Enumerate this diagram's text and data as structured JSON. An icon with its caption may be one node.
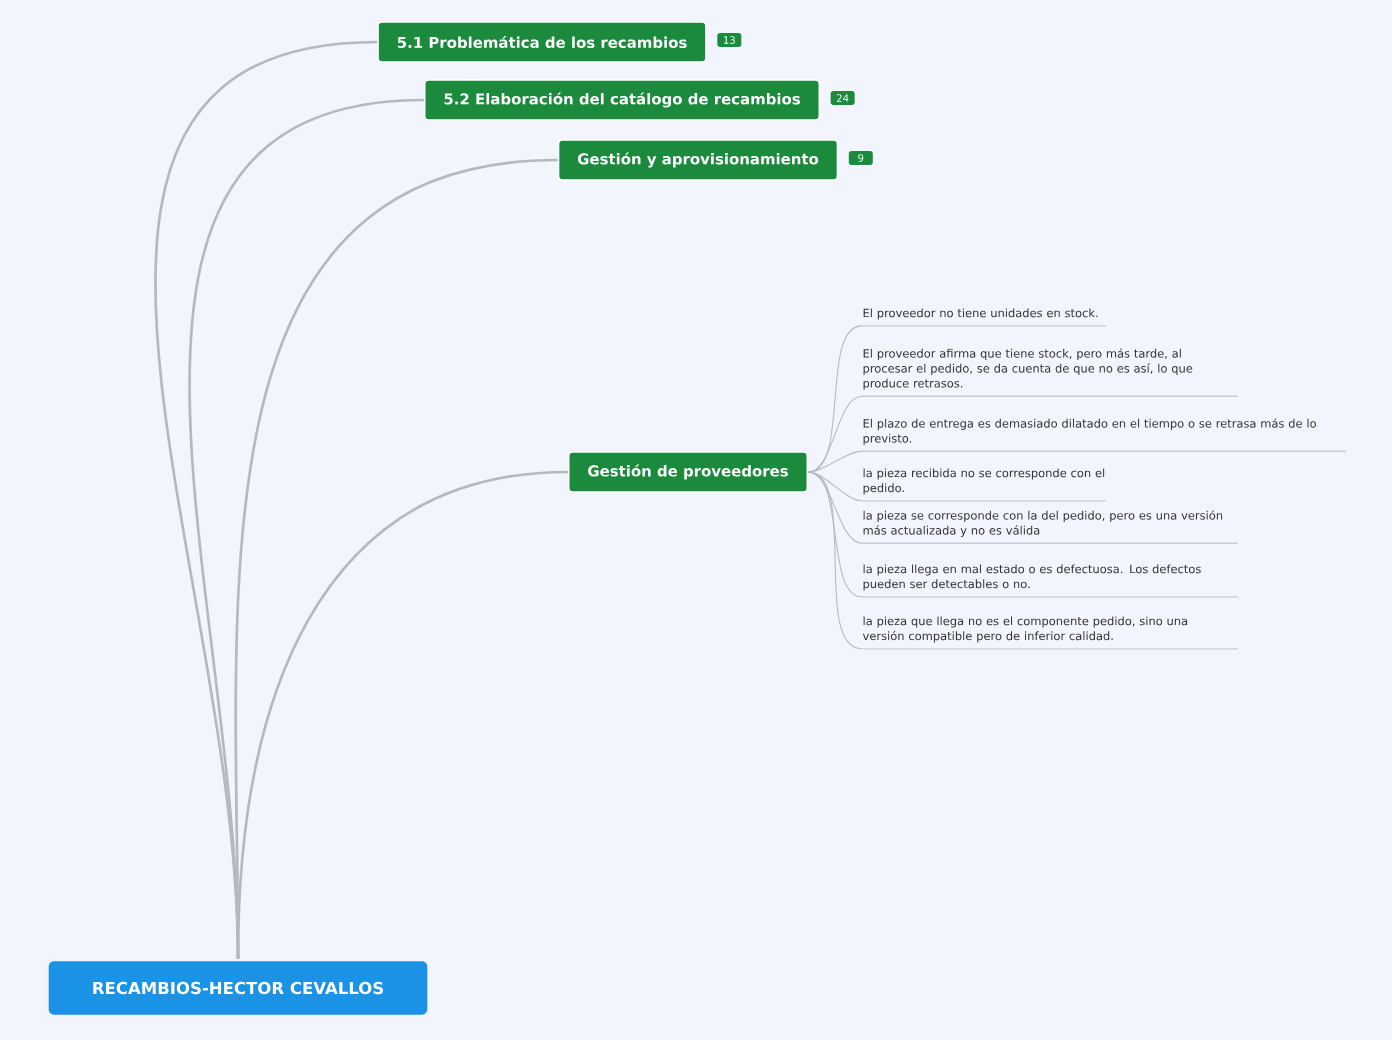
{
  "diagram": {
    "nodes": [
      {
        "text": [
          "RECAMBIOS-HECTOR CEVALLOS"
        ]
      },
      {
        "text": [
          "5.1 Problemática de los recambios"
        ],
        "beside": [
          "13"
        ]
      },
      {
        "text": [
          "5.2 Elaboración del catálogo de recambios"
        ],
        "beside": [
          "24"
        ]
      },
      {
        "text": [
          "Gestión y aprovisionamiento"
        ],
        "beside": [
          "9"
        ]
      },
      {
        "text": [
          "Gestión de proveedores"
        ]
      },
      {
        "text": [
          "El proveedor no tiene unidades en stock."
        ]
      },
      {
        "text": [
          "El proveedor afirma que tiene stock, pero más tarde, al procesar el pedido, se da cuenta de que no es así, lo que produce retrasos."
        ]
      },
      {
        "text": [
          "El plazo de entrega es demasiado dilatado en el tiempo o se retrasa más de lo previsto."
        ]
      },
      {
        "text": [
          "la pieza recibida no se corresponde con el pedido."
        ]
      },
      {
        "text": [
          "la pieza se corresponde con la del pedido, pero es una versión más actualizada y no es válida"
        ]
      },
      {
        "text": [
          "la pieza llega en mal estado o es defectuosa. Los defectos pueden ser detectables o no."
        ]
      },
      {
        "text": [
          "la pieza que llega no es el componente pedido, sino una versión compatible pero de inferior calidad."
        ]
      }
    ],
    "edges": [
      {
        "from": 0,
        "to": 1,
        "arrow": "none"
      },
      {
        "from": 0,
        "to": 2,
        "arrow": "none"
      },
      {
        "from": 0,
        "to": 3,
        "arrow": "none"
      },
      {
        "from": 0,
        "to": 4,
        "arrow": "none"
      },
      {
        "from": 4,
        "to": 5,
        "arrow": "none"
      },
      {
        "from": 4,
        "to": 6,
        "arrow": "none"
      },
      {
        "from": 4,
        "to": 7,
        "arrow": "none"
      },
      {
        "from": 4,
        "to": 8,
        "arrow": "none"
      },
      {
        "from": 4,
        "to": 9,
        "arrow": "none"
      },
      {
        "from": 4,
        "to": 10,
        "arrow": "none"
      },
      {
        "from": 4,
        "to": 11,
        "arrow": "none"
      }
    ]
  }
}
